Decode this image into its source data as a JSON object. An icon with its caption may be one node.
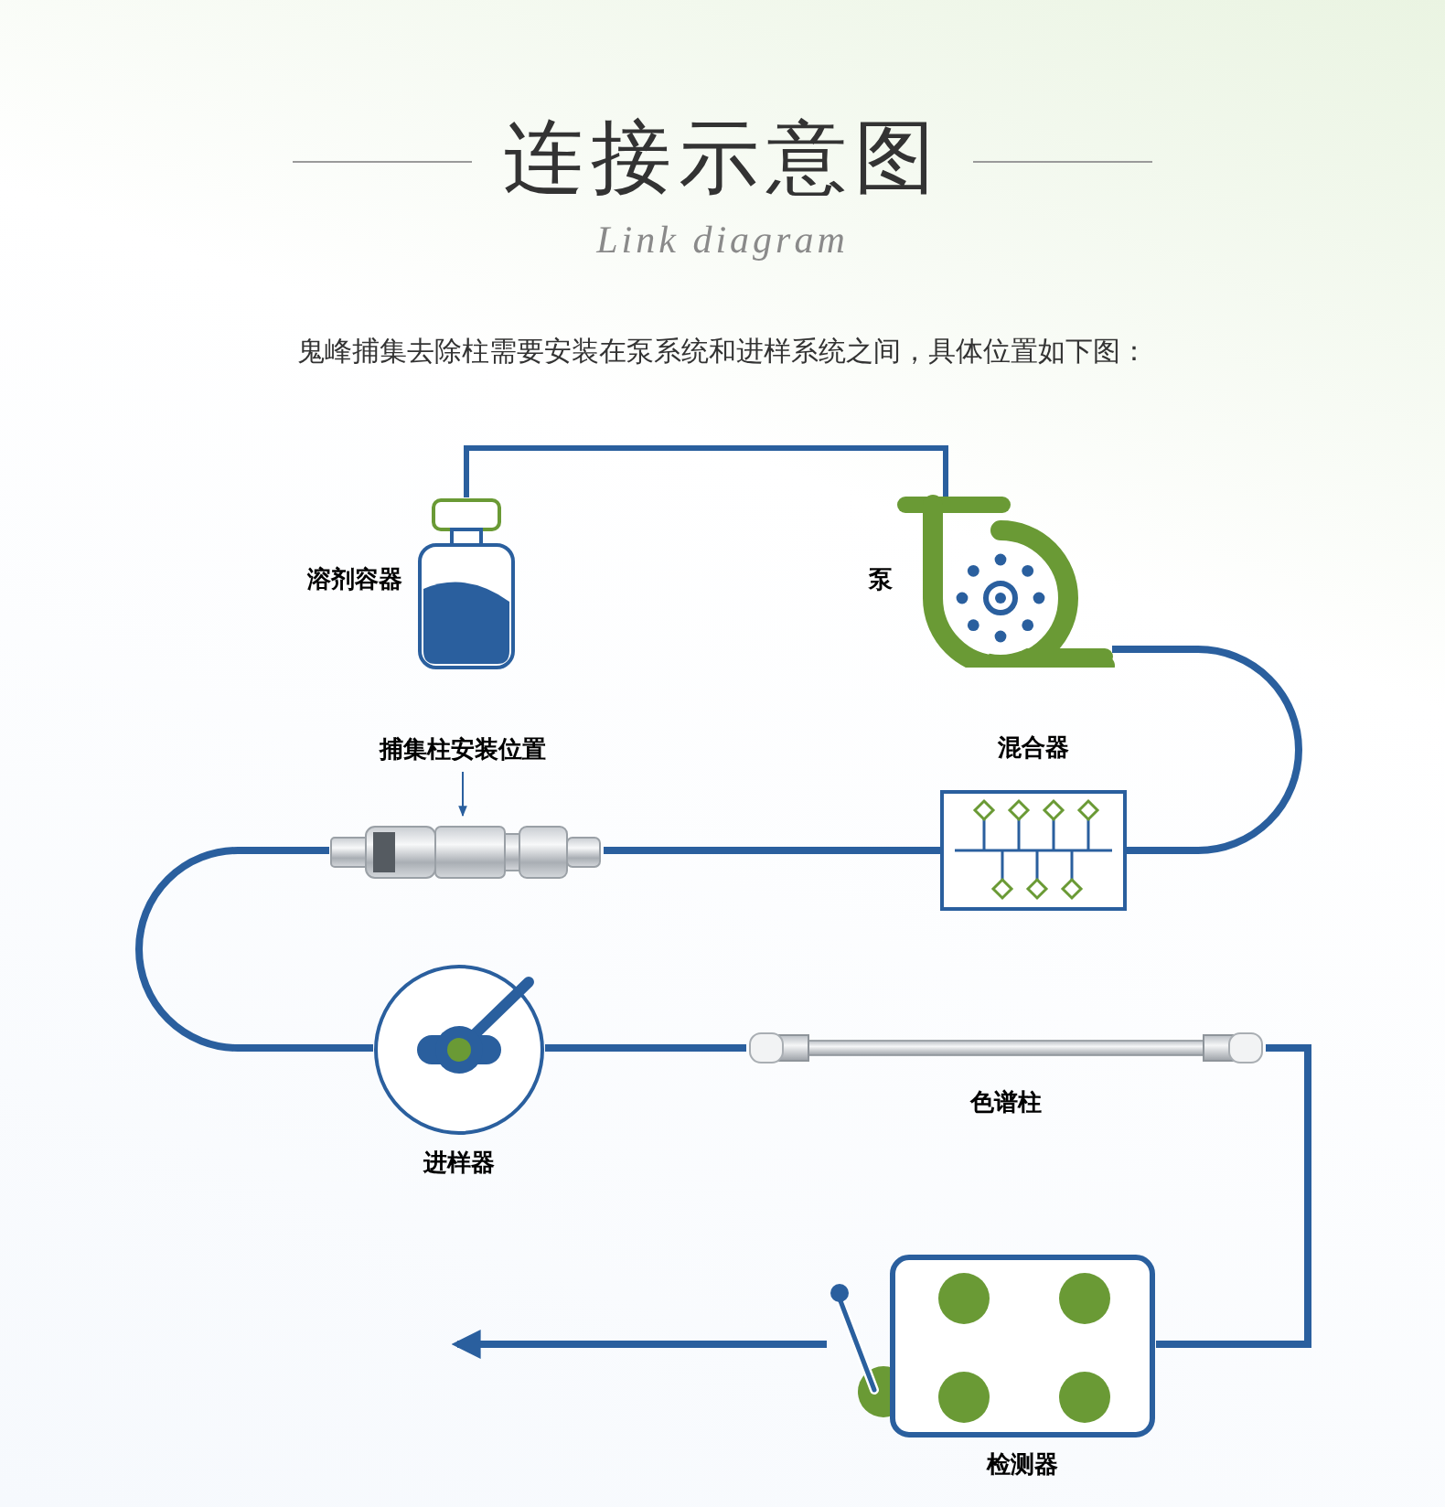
{
  "diagram": {
    "title": "连接示意图",
    "nodes": [
      {
        "text": [],
        "shape": "picture",
        "beside": [
          "溶剂容器"
        ]
      },
      {
        "text": [],
        "shape": "picture",
        "beside": [
          "泵"
        ]
      },
      {
        "text": [],
        "shape": "picture",
        "beside": [
          "混合器"
        ]
      },
      {
        "text": [
          "捕集柱安装位置"
        ]
      },
      {
        "text": [],
        "shape": "picture"
      },
      {
        "text": [],
        "shape": "picture",
        "beside": [
          "进样器"
        ]
      },
      {
        "text": [],
        "shape": "picture",
        "beside": [
          "色谱柱"
        ]
      },
      {
        "text": [],
        "shape": "picture",
        "beside": [
          "检测器"
        ]
      }
    ],
    "edges": [
      {
        "from": 0,
        "to": 1,
        "arrow": "none"
      },
      {
        "from": 1,
        "to": 2,
        "arrow": "none"
      },
      {
        "from": 2,
        "to": 4,
        "arrow": "none"
      },
      {
        "from": 4,
        "to": 5,
        "arrow": "none"
      },
      {
        "from": 5,
        "to": 6,
        "arrow": "none"
      },
      {
        "from": 6,
        "to": 7,
        "arrow": "none"
      },
      {
        "from": 7,
        "to": null,
        "arrow": "to"
      },
      {
        "from": 3,
        "to": 4,
        "arrow": "to"
      }
    ],
    "labels": [
      "Link diagram",
      "鬼峰捕集去除柱需要安装在泵系统和进样系统之间，具体位置如下图："
    ]
  }
}
